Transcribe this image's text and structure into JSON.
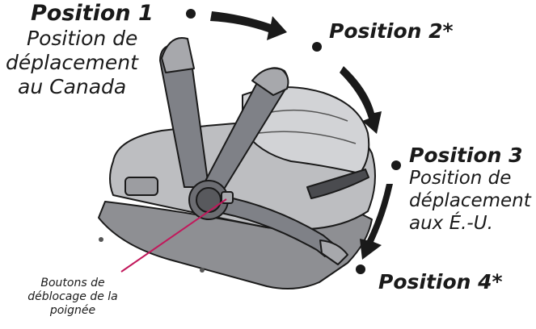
{
  "positions": [
    {
      "title": "Position 1",
      "subtitle": [
        "Position de",
        "déplacement",
        "au Canada"
      ]
    },
    {
      "title": "Position 2*"
    },
    {
      "title": "Position 3",
      "subtitle": [
        "Position de",
        "déplacement",
        "aux É.-U."
      ]
    },
    {
      "title": "Position 4*"
    }
  ],
  "callout": {
    "lines": [
      "Boutons de",
      "déblocage de la",
      "poignée"
    ]
  },
  "colors": {
    "ink": "#1a1a1a",
    "callout_line": "#c2185b",
    "handle": "#7f8187",
    "shell": "#8e8f93",
    "seat": "#b9babd"
  }
}
